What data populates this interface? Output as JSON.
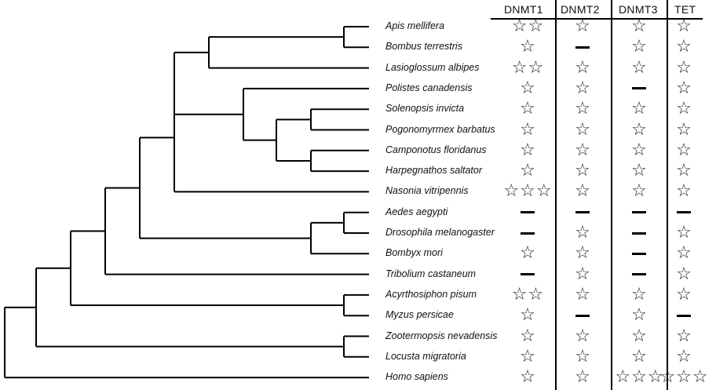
{
  "columns": [
    "DNMT1",
    "DNMT2",
    "DNMT3",
    "TET"
  ],
  "star_glyph": "☆",
  "taxa": [
    {
      "name": "Apis mellifera",
      "counts": [
        2,
        1,
        1,
        1
      ]
    },
    {
      "name": "Bombus terrestris",
      "counts": [
        1,
        0,
        1,
        1
      ]
    },
    {
      "name": "Lasioglossum albipes",
      "counts": [
        2,
        1,
        1,
        1
      ]
    },
    {
      "name": "Polistes canadensis",
      "counts": [
        1,
        1,
        0,
        1
      ]
    },
    {
      "name": "Solenopsis invicta",
      "counts": [
        1,
        1,
        1,
        1
      ]
    },
    {
      "name": "Pogonomyrmex barbatus",
      "counts": [
        1,
        1,
        1,
        1
      ]
    },
    {
      "name": "Camponotus floridanus",
      "counts": [
        1,
        1,
        1,
        1
      ]
    },
    {
      "name": "Harpegnathos saltator",
      "counts": [
        1,
        1,
        1,
        1
      ]
    },
    {
      "name": "Nasonia vitripennis",
      "counts": [
        3,
        1,
        1,
        1
      ]
    },
    {
      "name": "Aedes aegypti",
      "counts": [
        0,
        0,
        0,
        0
      ]
    },
    {
      "name": "Drosophila melanogaster",
      "counts": [
        0,
        1,
        0,
        1
      ]
    },
    {
      "name": "Bombyx mori",
      "counts": [
        1,
        1,
        0,
        1
      ]
    },
    {
      "name": "Tribolium castaneum",
      "counts": [
        0,
        1,
        0,
        1
      ]
    },
    {
      "name": "Acyrthosiphon pisum",
      "counts": [
        2,
        1,
        1,
        1
      ]
    },
    {
      "name": "Myzus persicae",
      "counts": [
        1,
        0,
        1,
        0
      ]
    },
    {
      "name": "Zootermopsis nevadensis",
      "counts": [
        1,
        1,
        1,
        1
      ]
    },
    {
      "name": "Locusta migratoria",
      "counts": [
        1,
        1,
        1,
        1
      ]
    },
    {
      "name": "Homo sapiens",
      "counts": [
        1,
        1,
        3,
        3
      ]
    }
  ]
}
